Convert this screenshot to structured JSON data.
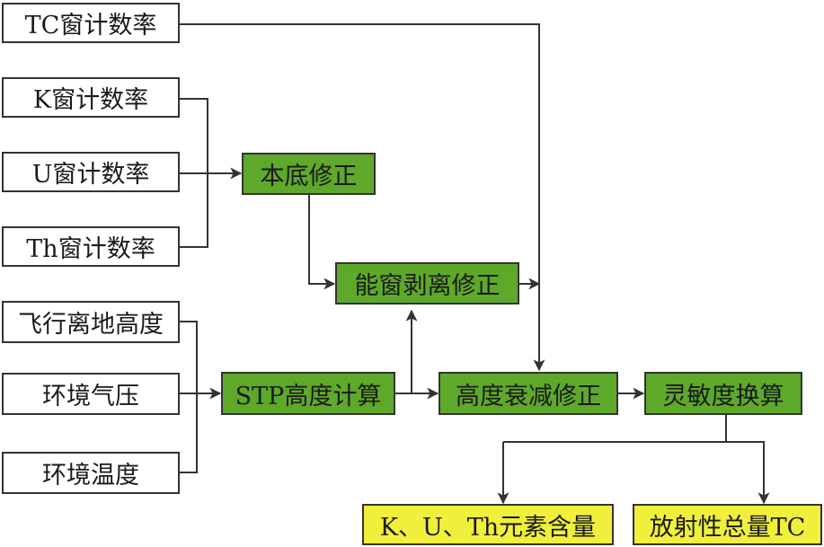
{
  "inputs": {
    "tc": "TC窗计数率",
    "k": "K窗计数率",
    "u": "U窗计数率",
    "th": "Th窗计数率",
    "flight_height": "飞行离地高度",
    "ambient_pressure": "环境气压",
    "ambient_temperature": "环境温度"
  },
  "process": {
    "background": "本底修正",
    "stripping": "能窗剥离修正",
    "stp": "STP高度计算",
    "altitude_attenuation": "高度衰减修正",
    "sensitivity": "灵敏度换算"
  },
  "outputs": {
    "element_content": "K、U、Th元素含量",
    "total_count": "放射性总量TC"
  },
  "colors": {
    "input_box": "#ffffff",
    "process_box": "#5ea82a",
    "output_box": "#f0ef3c",
    "line": "#333333"
  }
}
